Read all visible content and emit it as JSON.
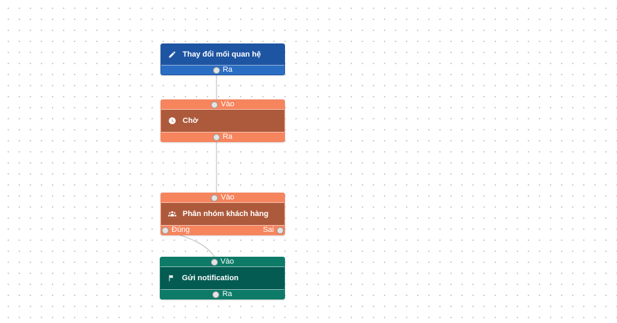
{
  "colors": {
    "action_blue": "#1e55a3",
    "wait_orange": "#ad5a3c",
    "port_orange": "#f6845d",
    "notify_green": "#045b52"
  },
  "nodes": [
    {
      "label": "Thay đổi mối quan hệ",
      "icon": "pencil-icon",
      "out_label": "Ra"
    },
    {
      "label": "Chờ",
      "icon": "clock-icon",
      "in_label": "Vào",
      "out_label": "Ra"
    },
    {
      "label": "Phân nhóm khách hàng",
      "icon": "group-icon",
      "in_label": "Vào",
      "yes_label": "Đúng",
      "no_label": "Sai"
    },
    {
      "label": "Gửi notification",
      "icon": "flag-icon",
      "in_label": "Vào",
      "out_label": "Ra"
    }
  ]
}
